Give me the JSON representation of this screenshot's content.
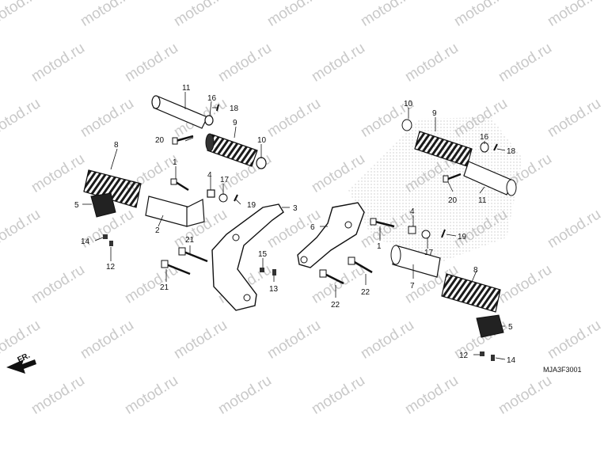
{
  "watermark_text": "motod.ru",
  "diagram_code": "MJA3F3001",
  "front_label": "FR.",
  "callouts": {
    "c1_left": "1",
    "c2_left": "2",
    "c3": "3",
    "c4_left": "4",
    "c5_left": "5",
    "c6": "6",
    "c7": "7",
    "c8_left": "8",
    "c9_left": "9",
    "c10_left": "10",
    "c11_left": "11",
    "c12_left": "12",
    "c13": "13",
    "c14_left": "14",
    "c15": "15",
    "c16_left": "16",
    "c17_left": "17",
    "c18_left": "18",
    "c19_left": "19",
    "c20_left": "20",
    "c21_a": "21",
    "c21_b": "21",
    "c22_a": "22",
    "c22_b": "22",
    "c1_right": "1",
    "c4_right": "4",
    "c5_right": "5",
    "c8_right": "8",
    "c9_right": "9",
    "c10_right": "10",
    "c11_right": "11",
    "c12_right": "12",
    "c14_right": "14",
    "c16_right": "16",
    "c17_right": "17",
    "c18_right": "18",
    "c19_right": "19",
    "c20_right": "20"
  }
}
